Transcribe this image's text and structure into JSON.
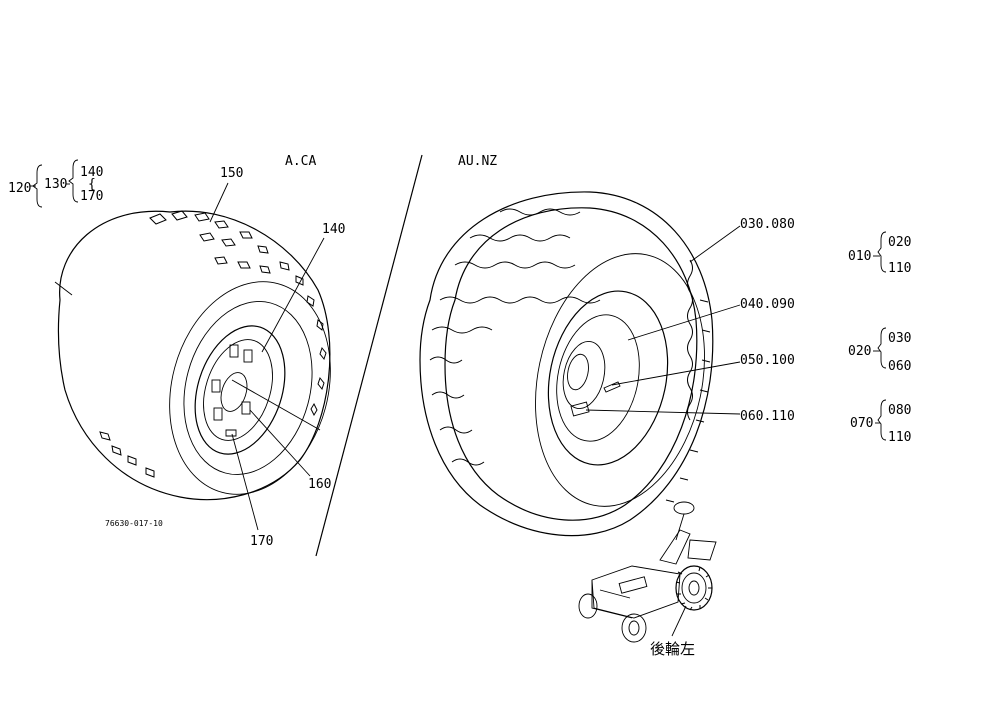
{
  "regions": {
    "left": "A.CA",
    "right": "AU.NZ"
  },
  "left_wheel": {
    "group_120": "120",
    "group_130": "130",
    "group_140a": "140",
    "group_170a": "170",
    "callout_150": "150",
    "callout_140": "140",
    "callout_160": "160",
    "callout_170": "170",
    "drawing_no": "76630-017-10"
  },
  "right_wheel": {
    "callout_1": "030.080",
    "callout_2": "040.090",
    "callout_3": "050.100",
    "callout_4": "060.110"
  },
  "right_groups": [
    {
      "parent": "010",
      "top": "020",
      "bottom": "110"
    },
    {
      "parent": "020",
      "top": "030",
      "bottom": "060"
    },
    {
      "parent": "070",
      "top": "080",
      "bottom": "110"
    }
  ],
  "location_label": "後輪左"
}
